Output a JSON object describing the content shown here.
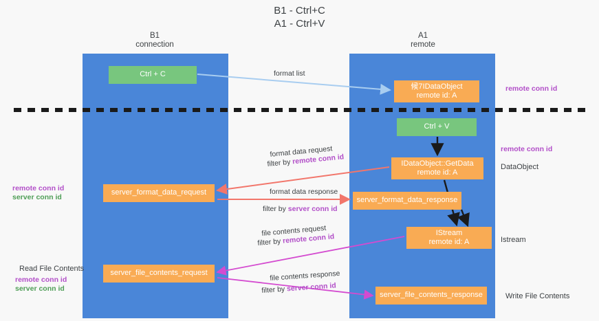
{
  "title": "B1 - Ctrl+C\nA1 - Ctrl+V",
  "columns": {
    "left": "B1\nconnection",
    "right": "A1\nremote"
  },
  "colors": {
    "lane": "#4a86d8",
    "green_box": "#78c67e",
    "orange_box": "#f9ab54",
    "purple_text": "#b24fc8",
    "green_text": "#4f9e57",
    "blue_arrow": "#a8cdf0",
    "red_arrow": "#f2766b",
    "magenta_arrow": "#d44bd0",
    "black_arrow": "#1a1a1a",
    "divider": "#1a1a1a"
  },
  "boxes": {
    "ctrl_c": "Ctrl + C",
    "idataobject_remote": "候7IDataObject\nremote id: A",
    "ctrl_v": "Ctrl + V",
    "getdata": "IDataObject::GetData\nremote id: A",
    "server_format_data_request": "server_format_data_request",
    "server_format_data_response": "server_format_data_response",
    "istream": "IStream\nremote id: A",
    "server_file_contents_request": "server_file_contents_request",
    "server_file_contents_response": "server_file_contents_response"
  },
  "side_labels": {
    "dataobject": "DataObject",
    "istream": "Istream",
    "write_file_contents": "Write File Contents",
    "read_file_contents": "Read File Contents"
  },
  "annotations": {
    "right_remote_conn_top": "remote conn id",
    "right_remote_conn_mid": "remote conn id",
    "left_remote_conn": "remote conn id",
    "left_server_conn": "server conn id",
    "left_remote_conn_2": "remote conn id",
    "left_server_conn_2": "server conn id"
  },
  "flows": {
    "format_list": "format list",
    "format_data_request": "format data request",
    "format_data_request_filter_prefix": "filter by ",
    "format_data_request_filter_key": "remote conn id",
    "format_data_response": "format data response",
    "format_data_response_filter_prefix": "filter by ",
    "format_data_response_filter_key": "server conn id",
    "file_contents_request": "file contents request",
    "file_contents_request_filter_prefix": "filter by ",
    "file_contents_request_filter_key": "remote conn id",
    "file_contents_response": "file contents response",
    "file_contents_response_filter_prefix": "filter by ",
    "file_contents_response_filter_key": "server conn id"
  }
}
